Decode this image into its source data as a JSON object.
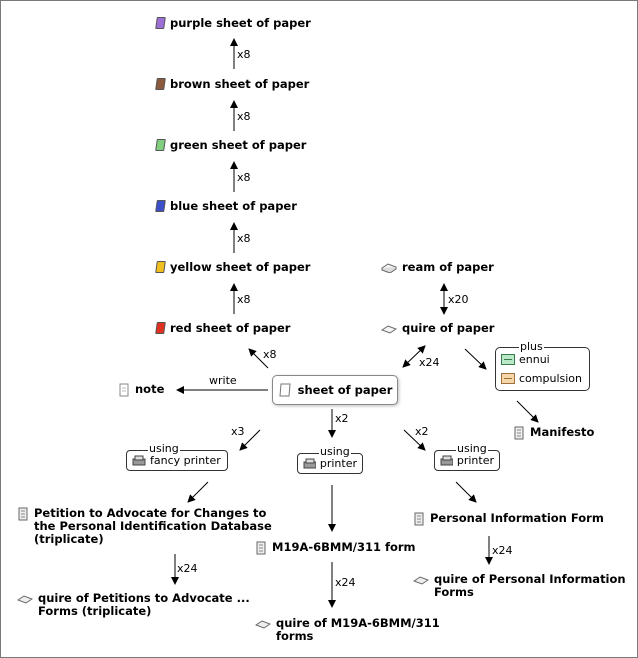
{
  "items": {
    "purple": {
      "label": "purple sheet of paper",
      "color": "#9b6fd6",
      "icon": "purple-paper-icon"
    },
    "brown": {
      "label": "brown sheet of paper",
      "color": "#8b5a3c",
      "icon": "brown-paper-icon"
    },
    "green": {
      "label": "green sheet of paper",
      "color": "#7fcf7f",
      "icon": "green-paper-icon"
    },
    "blue": {
      "label": "blue sheet of paper",
      "color": "#3b4fc9",
      "icon": "blue-paper-icon"
    },
    "yellow": {
      "label": "yellow sheet of paper",
      "color": "#f0c020",
      "icon": "yellow-paper-icon"
    },
    "red": {
      "label": "red sheet of paper",
      "color": "#e03020",
      "icon": "red-paper-icon"
    },
    "ream": {
      "label": "ream of paper",
      "icon": "ream-icon"
    },
    "quire": {
      "label": "quire of paper",
      "icon": "quire-icon"
    },
    "sheet": {
      "label": "sheet of paper",
      "icon": "sheet-icon"
    },
    "note": {
      "label": "note",
      "icon": "note-icon"
    },
    "manifesto": {
      "label": "Manifesto",
      "icon": "manifesto-icon"
    },
    "petition": {
      "label": "Petition to Advocate for Changes to the Personal Identification Database (triplicate)",
      "icon": "form-icon"
    },
    "m19a": {
      "label": "M19A-6BMM/311 form",
      "icon": "form-icon"
    },
    "pif": {
      "label": "Personal Information Form",
      "icon": "form-icon"
    },
    "quire_petitions": {
      "label": "quire of Petitions to Advocate ... Forms (triplicate)",
      "icon": "quire-icon"
    },
    "quire_m19a": {
      "label": "quire of M19A-6BMM/311 forms",
      "icon": "quire-icon"
    },
    "quire_pif": {
      "label": "quire of Personal Information Forms",
      "icon": "quire-icon"
    }
  },
  "quantities": {
    "brown_to_purple": "x8",
    "green_to_brown": "x8",
    "blue_to_green": "x8",
    "yellow_to_blue": "x8",
    "red_to_yellow": "x8",
    "sheet_to_red": "x8",
    "quire_to_ream": "x20",
    "sheet_to_quire": "x24",
    "sheet_to_fancy": "x3",
    "sheet_to_printer_mid": "x2",
    "sheet_to_printer_right": "x2",
    "petition_to_quire": "x24",
    "m19a_to_quire": "x24",
    "pif_to_quire": "x24"
  },
  "labels": {
    "write": "write",
    "using": "using",
    "plus": "plus"
  },
  "tools": {
    "fancy_printer": "fancy printer",
    "printer_mid": "printer",
    "printer_right": "printer"
  },
  "plus_items": {
    "ennui": "ennui",
    "compulsion": "compulsion"
  }
}
